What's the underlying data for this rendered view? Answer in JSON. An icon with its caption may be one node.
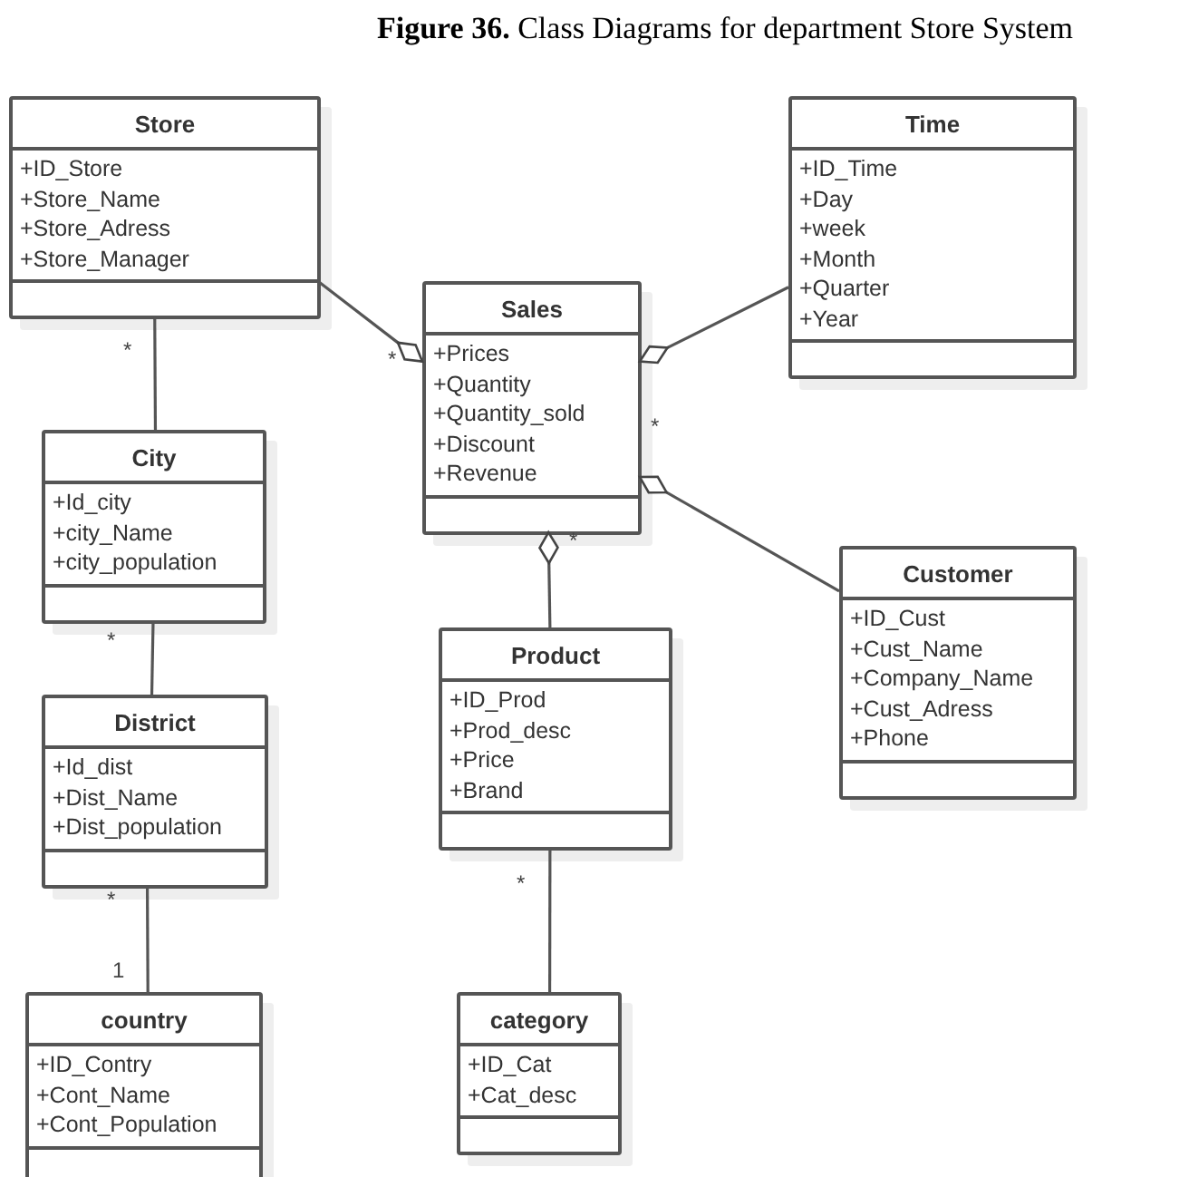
{
  "diagram": {
    "title": "**Figure 36.** Class Diagrams for department Store System",
    "nodes": [
      {
        "text": [
          "Store",
          "+ID_Store",
          "+Store_Name",
          "+Store_Adress",
          "+Store_Manager"
        ]
      },
      {
        "text": [
          "Sales",
          "+Prices",
          "+Quantity",
          "+Quantity_sold",
          "+Discount",
          "+Revenue"
        ]
      },
      {
        "text": [
          "Time",
          "+ID_Time",
          "+Day",
          "+week",
          "+Month",
          "+Quarter",
          "+Year"
        ]
      },
      {
        "text": [
          "City",
          "+Id_city",
          "+city_Name",
          "+city_population"
        ]
      },
      {
        "text": [
          "Customer",
          "+ID_Cust",
          "+Cust_Name",
          "+Company_Name",
          "+Cust_Adress",
          "+Phone"
        ]
      },
      {
        "text": [
          "Product",
          "+ID_Prod",
          "+Prod_desc",
          "+Price",
          "+Brand"
        ]
      },
      {
        "text": [
          "District",
          "+Id_dist",
          "+Dist_Name",
          "+Dist_population"
        ]
      },
      {
        "text": [
          "country",
          "+ID_Contry",
          "+Cont_Name",
          "+Cont_Population"
        ]
      },
      {
        "text": [
          "category",
          "+ID_Cat",
          "+Cat_desc"
        ]
      }
    ],
    "edges": [
      {
        "from": 0,
        "to": 1,
        "arrow": "other"
      },
      {
        "from": 2,
        "to": 1,
        "arrow": "other"
      },
      {
        "from": 4,
        "to": 1,
        "arrow": "other"
      },
      {
        "from": 5,
        "to": 1,
        "arrow": "other"
      },
      {
        "from": 0,
        "to": 3,
        "arrow": "none"
      },
      {
        "from": 3,
        "to": 6,
        "arrow": "none"
      },
      {
        "from": 6,
        "to": 7,
        "arrow": "none"
      },
      {
        "from": 5,
        "to": 8,
        "arrow": "none"
      }
    ],
    "labels": [
      "*",
      "*",
      "*",
      "*",
      "*",
      "*",
      "*",
      "1"
    ]
  }
}
